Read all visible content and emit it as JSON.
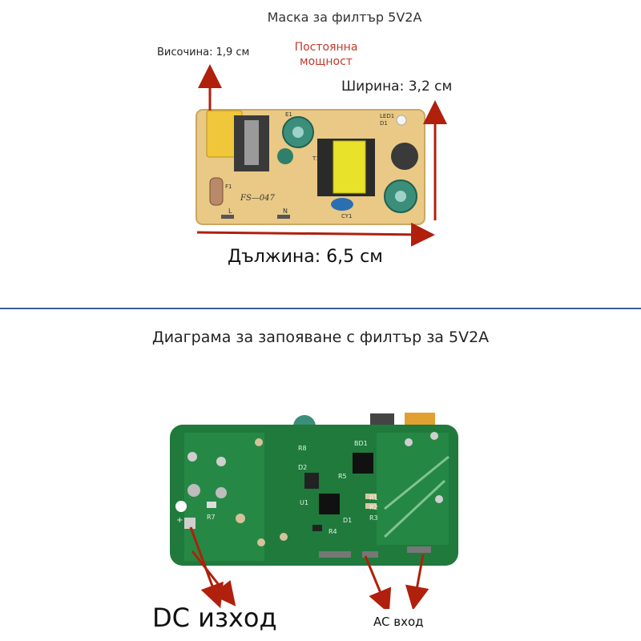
{
  "top": {
    "title": "Маска за филтър 5V2A",
    "height_label": "Височина: 1,9 см",
    "power_label": "Постоянна мощност",
    "width_label": "Ширина: 3,2 см",
    "length_label": "Дължина: 6,5 см",
    "pcb_label": "FS—047",
    "pcb_markings": [
      "L",
      "N",
      "CY1",
      "LED1",
      "D1",
      "F1",
      "E1",
      "T1"
    ]
  },
  "bottom": {
    "title": "Диаграма за запояване с филтър за 5V2A",
    "dc_label": "DC изход",
    "ac_label": "AC вход",
    "pcb_markings": [
      "R8",
      "BD1",
      "D2",
      "R5",
      "U1",
      "R1",
      "R2",
      "R3",
      "D1",
      "R4",
      "R7",
      "+"
    ]
  },
  "colors": {
    "arrow": "#b0200c",
    "pcb_top": "#e9c985",
    "pcb_bottom": "#1f7a3c",
    "divider": "#3f5f8f"
  }
}
